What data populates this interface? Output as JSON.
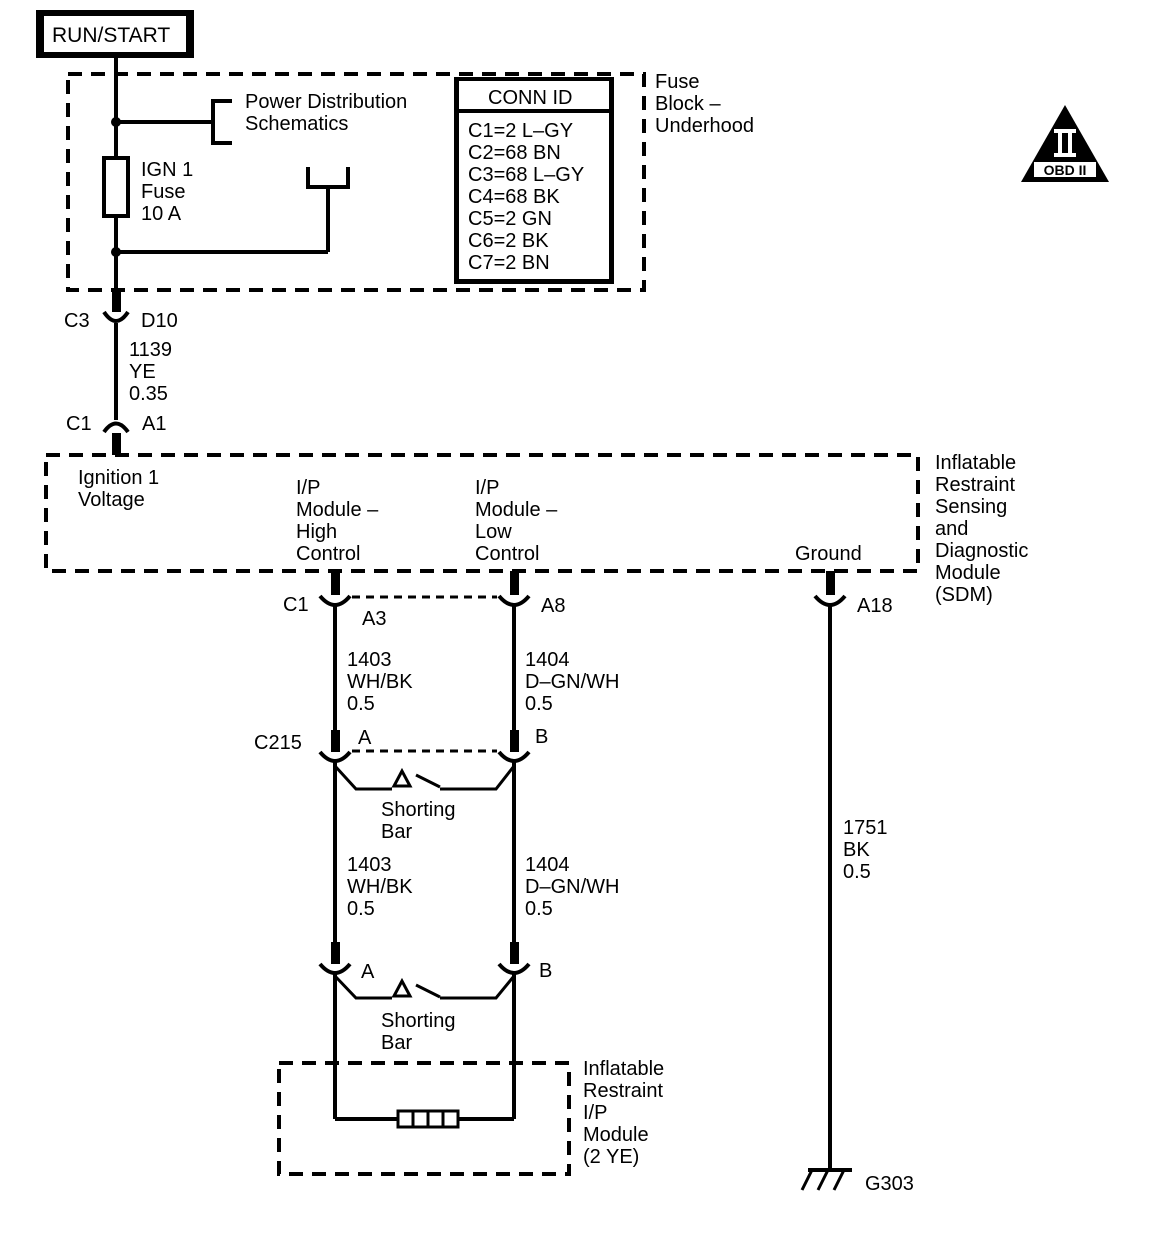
{
  "header": {
    "run_start": "RUN/START"
  },
  "fuse_block": {
    "label_lines": [
      "Fuse",
      "Block –",
      "Underhood"
    ],
    "power_distribution_lines": [
      "Power Distribution",
      "Schematics"
    ],
    "fuse_lines": [
      "IGN 1",
      "Fuse",
      "10 A"
    ],
    "conn_id": {
      "title": "CONN ID",
      "rows": [
        "C1=2 L–GY",
        "C2=68 BN",
        "C3=68 L–GY",
        "C4=68 BK",
        "C5=2 GN",
        "C6=2 BK",
        "C7=2 BN"
      ]
    }
  },
  "badge": {
    "numeral": "II",
    "label": "OBD II"
  },
  "connector_c3": {
    "left": "C3",
    "right": "D10"
  },
  "wire_1139": [
    "1139",
    "YE",
    "0.35"
  ],
  "connector_c1_a1": {
    "left": "C1",
    "right": "A1"
  },
  "sdm": {
    "label_lines": [
      "Inflatable",
      "Restraint",
      "Sensing",
      "and",
      "Diagnostic",
      "Module",
      "(SDM)"
    ],
    "ignition_lines": [
      "Ignition 1",
      "Voltage"
    ],
    "high_control_lines": [
      "I/P",
      "Module –",
      "High",
      "Control"
    ],
    "low_control_lines": [
      "I/P",
      "Module –",
      "Low",
      "Control"
    ],
    "ground": "Ground"
  },
  "pins_c1": {
    "connector": "C1",
    "a3": "A3",
    "a8": "A8",
    "a18": "A18"
  },
  "wire_1403_upper": [
    "1403",
    "WH/BK",
    "0.5"
  ],
  "wire_1404_upper": [
    "1404",
    "D–GN/WH",
    "0.5"
  ],
  "c215": {
    "connector": "C215",
    "pin_a": "A",
    "pin_b": "B"
  },
  "shorting_bar_upper": [
    "Shorting",
    "Bar"
  ],
  "wire_1403_lower": [
    "1403",
    "WH/BK",
    "0.5"
  ],
  "wire_1404_lower": [
    "1404",
    "D–GN/WH",
    "0.5"
  ],
  "module_connector": {
    "pin_a": "A",
    "pin_b": "B"
  },
  "shorting_bar_lower": [
    "Shorting",
    "Bar"
  ],
  "ip_module": {
    "label_lines": [
      "Inflatable",
      "Restraint",
      "I/P",
      "Module",
      "(2 YE)"
    ]
  },
  "wire_1751": [
    "1751",
    "BK",
    "0.5"
  ],
  "ground_g303": "G303"
}
